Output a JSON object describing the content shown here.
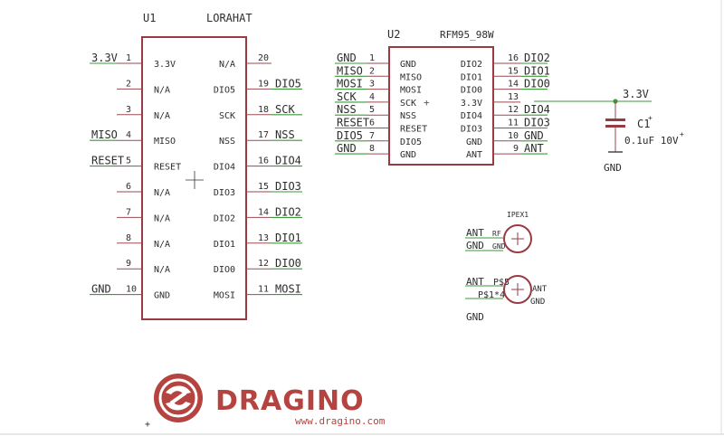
{
  "u1": {
    "ref": "U1",
    "value": "LORAHAT",
    "left_pins": [
      {
        "num": "1",
        "name": "3.3V",
        "net": "3.3V"
      },
      {
        "num": "2",
        "name": "N/A",
        "net": ""
      },
      {
        "num": "3",
        "name": "N/A",
        "net": ""
      },
      {
        "num": "4",
        "name": "MISO",
        "net": "MISO"
      },
      {
        "num": "5",
        "name": "RESET",
        "net": "RESET"
      },
      {
        "num": "6",
        "name": "N/A",
        "net": ""
      },
      {
        "num": "7",
        "name": "N/A",
        "net": ""
      },
      {
        "num": "8",
        "name": "N/A",
        "net": ""
      },
      {
        "num": "9",
        "name": "N/A",
        "net": ""
      },
      {
        "num": "10",
        "name": "GND",
        "net": "GND"
      }
    ],
    "right_pins": [
      {
        "num": "20",
        "name": "N/A",
        "net": ""
      },
      {
        "num": "19",
        "name": "DIO5",
        "net": "DIO5"
      },
      {
        "num": "18",
        "name": "SCK",
        "net": "SCK"
      },
      {
        "num": "17",
        "name": "NSS",
        "net": "NSS"
      },
      {
        "num": "16",
        "name": "DIO4",
        "net": "DIO4"
      },
      {
        "num": "15",
        "name": "DIO3",
        "net": "DIO3"
      },
      {
        "num": "14",
        "name": "DIO2",
        "net": "DIO2"
      },
      {
        "num": "13",
        "name": "DIO1",
        "net": "DIO1"
      },
      {
        "num": "12",
        "name": "DIO0",
        "net": "DIO0"
      },
      {
        "num": "11",
        "name": "MOSI",
        "net": "MOSI"
      }
    ]
  },
  "u2": {
    "ref": "U2",
    "value": "RFM95_98W",
    "left_pins": [
      {
        "num": "1",
        "name": "GND",
        "net": "GND"
      },
      {
        "num": "2",
        "name": "MISO",
        "net": "MISO"
      },
      {
        "num": "3",
        "name": "MOSI",
        "net": "MOSI"
      },
      {
        "num": "4",
        "name": "SCK",
        "net": "SCK"
      },
      {
        "num": "5",
        "name": "NSS",
        "net": "NSS"
      },
      {
        "num": "6",
        "name": "RESET",
        "net": "RESET"
      },
      {
        "num": "7",
        "name": "DIO5",
        "net": "DIO5"
      },
      {
        "num": "8",
        "name": "GND",
        "net": "GND"
      }
    ],
    "right_pins": [
      {
        "num": "16",
        "name": "DIO2",
        "net": "DIO2"
      },
      {
        "num": "15",
        "name": "DIO1",
        "net": "DIO1"
      },
      {
        "num": "14",
        "name": "DIO0",
        "net": "DIO0"
      },
      {
        "num": "13",
        "name": "3.3V",
        "net": ""
      },
      {
        "num": "12",
        "name": "DIO4",
        "net": "DIO4"
      },
      {
        "num": "11",
        "name": "DIO3",
        "net": "DIO3"
      },
      {
        "num": "10",
        "name": "GND",
        "net": "GND"
      },
      {
        "num": "9",
        "name": "ANT",
        "net": "ANT"
      }
    ],
    "supply_net": "3.3V"
  },
  "c1": {
    "ref": "C1",
    "value": "0.1uF 10V",
    "gnd": "GND"
  },
  "ipex1": {
    "ref": "IPEX1",
    "top": {
      "net_a": "ANT",
      "net_b": "GND",
      "pin_a": "RF",
      "pin_b": "GND"
    },
    "bottom": {
      "net_a": "ANT",
      "net_b": "P$1*4",
      "pin_a": "P$5",
      "pin_b1": "ANT",
      "pin_b2": "GND"
    },
    "gnd": "GND"
  },
  "logo": {
    "brand": "DRAGINO",
    "url": "www.dragino.com"
  },
  "colors": {
    "wire": "#3a9a3a",
    "symbol": "#9a3a42",
    "logo": "#b5433f",
    "junction": "#3a9a3a"
  }
}
